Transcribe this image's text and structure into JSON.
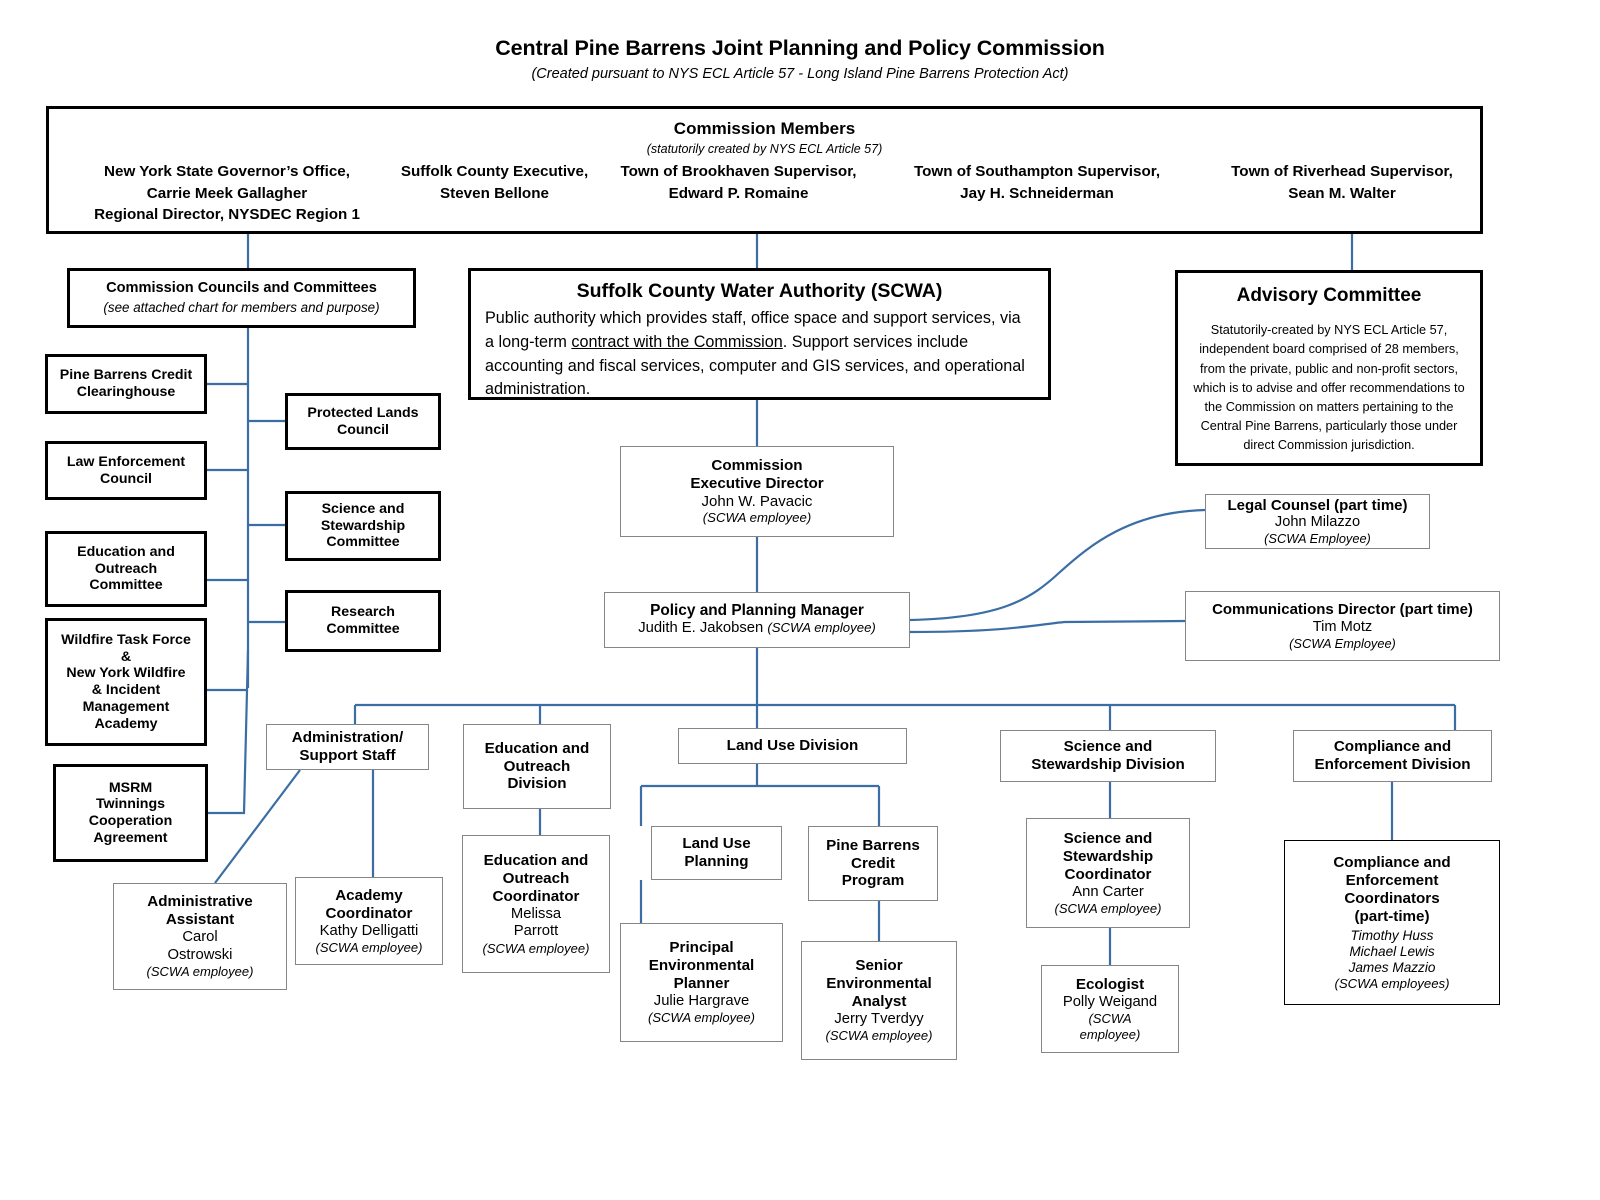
{
  "header": {
    "title": "Central Pine Barrens Joint Planning and Policy Commission",
    "subtitle": "(Created pursuant to NYS ECL Article 57 - Long Island Pine Barrens Protection Act)"
  },
  "members_box": {
    "heading": "Commission Members",
    "subheading": "(statutorily created by NYS ECL Article 57)",
    "members": [
      {
        "office": "New York State Governor’s  Office,",
        "name": "Carrie Meek Gallagher",
        "extra": "Regional Director, NYSDEC Region 1"
      },
      {
        "office": "Suffolk County Executive,",
        "name": "Steven Bellone",
        "extra": ""
      },
      {
        "office": "Town of Brookhaven Supervisor,",
        "name": "Edward P. Romaine",
        "extra": ""
      },
      {
        "office": "Town of Southampton  Supervisor,",
        "name": "Jay  H. Schneiderman",
        "extra": ""
      },
      {
        "office": "Town of Riverhead Supervisor,",
        "name": "Sean M. Walter",
        "extra": ""
      }
    ]
  },
  "councils_box": {
    "title": "Commission Councils and Committees",
    "subtitle": "(see attached chart for members and purpose)"
  },
  "councils_left": [
    {
      "label": "Pine Barrens Credit\nClearinghouse"
    },
    {
      "label": "Law Enforcement\nCouncil"
    },
    {
      "label": "Education and\nOutreach\nCommittee"
    },
    {
      "label": "Wildfire Task Force\n&\nNew York Wildfire\n& Incident\nManagement\nAcademy"
    },
    {
      "label": "MSRM\nTwinnings\nCooperation\nAgreement"
    }
  ],
  "councils_right": [
    {
      "label": "Protected Lands\nCouncil"
    },
    {
      "label": "Science and\nStewardship\nCommittee"
    },
    {
      "label": "Research\nCommittee"
    }
  ],
  "scwa": {
    "title": "Suffolk County Water Authority (SCWA)",
    "body_1": "Public authority which provides staff, office space and support services, via a long-term ",
    "body_underlined": "contract  with the Commission",
    "body_2": ".  Support services include accounting and fiscal services, computer and GIS services, and operational administration."
  },
  "advisory": {
    "title": "Advisory Committee",
    "body": "Statutorily-created by NYS ECL Article 57, independent board comprised of 28 members, from the private, public and non-profit sectors, which is to advise and offer recommendations to the Commission on matters pertaining to the Central Pine Barrens, particularly those under direct Commission jurisdiction."
  },
  "executive_director": {
    "title": "Commission\nExecutive Director",
    "name": "John W. Pavacic",
    "note": "(SCWA  employee)"
  },
  "policy_manager": {
    "title": "Policy and Planning Manager",
    "name": "Judith E. Jakobsen ",
    "note": "(SCWA  employee)"
  },
  "legal_counsel": {
    "title": "Legal Counsel (part time)",
    "name": "John Milazzo",
    "note": "(SCWA Employee)"
  },
  "communications_director": {
    "title": "Communications Director (part time)",
    "name": "Tim Motz",
    "note": "(SCWA Employee)"
  },
  "divisions": {
    "administration": {
      "title": "Administration/\nSupport Staff"
    },
    "education": {
      "title": "Education and\nOutreach\nDivision"
    },
    "land_use": {
      "title": "Land Use Division"
    },
    "science": {
      "title": "Science and\nStewardship Division"
    },
    "compliance": {
      "title": "Compliance and\nEnforcement Division"
    }
  },
  "staff": {
    "administrative_assistant": {
      "title": "Administrative\nAssistant",
      "name": "Carol\nOstrowski",
      "note": "(SCWA employee)"
    },
    "academy_coordinator": {
      "title": "Academy\nCoordinator",
      "name": "Kathy Delligatti",
      "note": "(SCWA employee)"
    },
    "education_coordinator": {
      "title": "Education and\nOutreach\nCoordinator",
      "name": "Melissa\nParrott",
      "note": "(SCWA  employee)"
    },
    "land_use_planning": {
      "title": "Land Use\nPlanning"
    },
    "pine_barrens_credit_program": {
      "title": "Pine Barrens\nCredit\nProgram"
    },
    "principal_environmental_planner": {
      "title": "Principal\nEnvironmental\nPlanner",
      "name": "Julie Hargrave",
      "note": "(SCWA employee)"
    },
    "senior_environmental_analyst": {
      "title": "Senior\nEnvironmental\nAnalyst",
      "name": "Jerry Tverdyy",
      "note": "(SCWA employee)"
    },
    "science_coordinator": {
      "title": "Science and\nStewardship\nCoordinator",
      "name": "Ann Carter",
      "note": "(SCWA  employee)"
    },
    "ecologist": {
      "title": "Ecologist",
      "name": "Polly Weigand",
      "note": "(SCWA\nemployee)"
    },
    "compliance_coordinators": {
      "title": "Compliance and\nEnforcement\nCoordinators\n(part-time)",
      "names": "Timothy Huss\nMichael Lewis\nJames Mazzio",
      "note": "(SCWA  employees)"
    }
  },
  "colors": {
    "connector": "#3a6ea5",
    "box_border_thick": "#000000",
    "box_border_thin": "#868686",
    "background": "#ffffff"
  }
}
